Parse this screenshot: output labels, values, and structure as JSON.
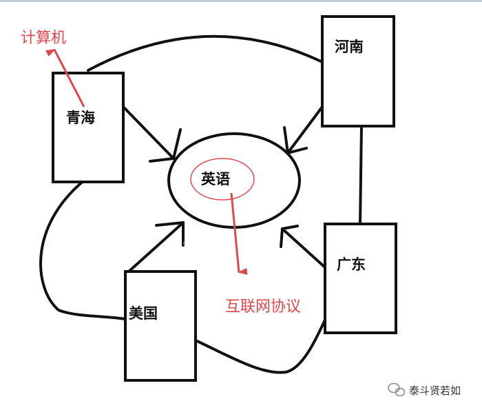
{
  "nodes": {
    "qinghai": "青海",
    "henan": "河南",
    "guangdong": "广东",
    "meiguo": "美国",
    "center": "英语"
  },
  "annotations": {
    "computer": "计算机",
    "protocol": "互联网协议"
  },
  "watermark": {
    "text": "泰斗贤若如",
    "icon": "wechat-icon"
  },
  "colors": {
    "line": "#111111",
    "annotation": "#e0474c",
    "background": "#ffffff"
  }
}
